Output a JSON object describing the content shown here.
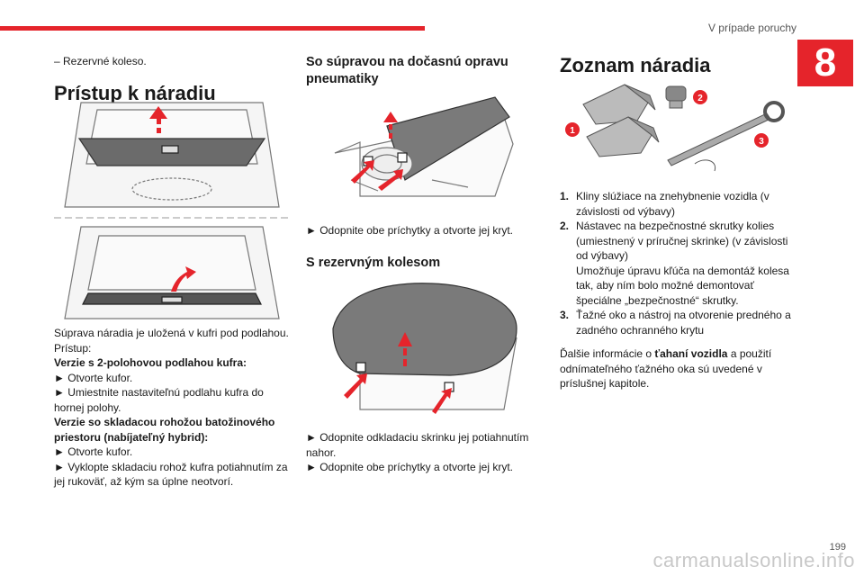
{
  "header": {
    "section_title": "V prípade poruchy",
    "chapter_number": "8"
  },
  "col1": {
    "dash_item": "–  Rezervné koleso.",
    "heading": "Prístup k náradiu",
    "p1": "Súprava náradia je uložená v kufri pod podlahou.",
    "p2": "Prístup:",
    "v1_title": "Verzie s 2-polohovou podlahou kufra:",
    "v1_s1": "► Otvorte kufor.",
    "v1_s2": "► Umiestnite nastaviteľnú podlahu kufra do hornej polohy.",
    "v2_title": "Verzie so skladacou rohožou batožinového priestoru (nabíjateľný hybrid):",
    "v2_s1": "► Otvorte kufor.",
    "v2_s2": "► Vyklopte skladaciu rohož kufra potiahnutím za jej rukoväť, až kým sa úplne neotvorí."
  },
  "col2": {
    "heading1": "So súpravou na dočasnú opravu pneumatiky",
    "s1": "► Odopnite obe príchytky a otvorte jej kryt.",
    "heading2": "S rezervným kolesom",
    "s2": "► Odopnite odkladaciu skrinku jej potiahnutím nahor.",
    "s3": "► Odopnite obe príchytky a otvorte jej kryt."
  },
  "col3": {
    "heading": "Zoznam náradia",
    "callouts": [
      "1",
      "2",
      "3"
    ],
    "items": [
      {
        "num": "1.",
        "text": "Kliny slúžiace na znehybnenie vozidla (v závislosti od výbavy)"
      },
      {
        "num": "2.",
        "text": "Nástavec na bezpečnostné skrutky kolies (umiestnený v príručnej skrinke) (v závislosti od výbavy)"
      },
      {
        "num": "",
        "text": "Umožňuje úpravu kľúča na demontáž kolesa tak, aby ním bolo možné demontovať špeciálne „bezpečnostné“ skrutky."
      },
      {
        "num": "3.",
        "text": "Ťažné oko a nástroj na otvorenie predného a zadného ochranného krytu"
      }
    ],
    "more_pre": "Ďalšie informácie o ",
    "more_bold": "ťahaní vozidla",
    "more_post": " a použití odnímateľného ťažného oka sú uvedené v príslušnej kapitole."
  },
  "footer": {
    "page_number": "199",
    "watermark": "carmanualsonline.info"
  },
  "colors": {
    "accent": "#e5242b"
  }
}
